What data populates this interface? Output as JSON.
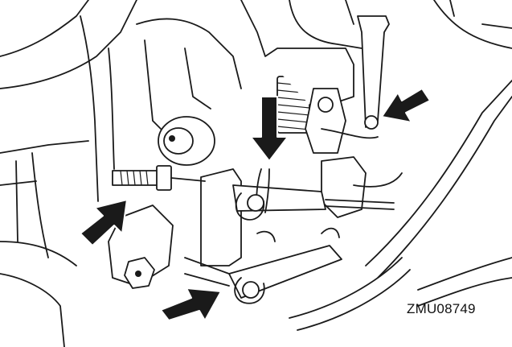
{
  "figure": {
    "reference_code": "ZMU08749"
  },
  "colors": {
    "ink": "#1a1a1a",
    "background": "#ffffff"
  },
  "callouts": [
    {
      "name": "arrow-spring-pin",
      "direction": "down"
    },
    {
      "name": "arrow-upper-right-pivot",
      "direction": "left"
    },
    {
      "name": "arrow-adjuster-bolt",
      "direction": "up-right"
    },
    {
      "name": "arrow-lower-clip",
      "direction": "right"
    }
  ]
}
